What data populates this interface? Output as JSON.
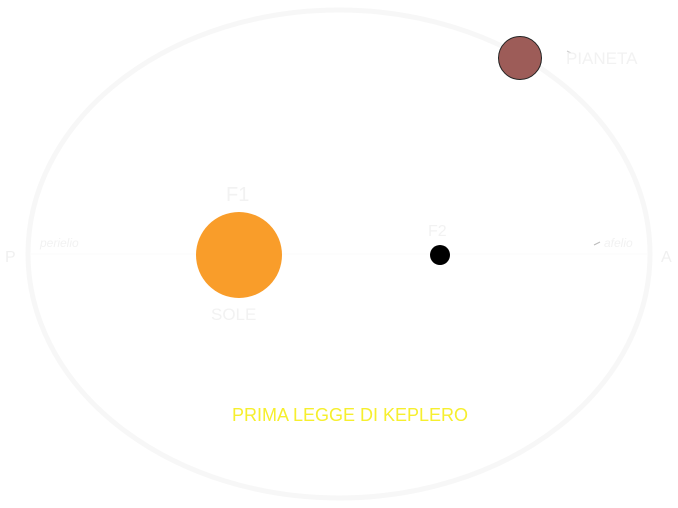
{
  "diagram": {
    "title": "PRIMA LEGGE DI KEPLERO",
    "title_color": "#f6ef2e",
    "labels": {
      "perihelion_marker": "P",
      "perihelion_text": "perielio",
      "aphelion_text": "afelio",
      "aphelion_marker": "A",
      "focus_1": "F1",
      "focus_2": "F2",
      "sun": "SOLE",
      "planet": "PIANETA"
    },
    "colors": {
      "background": "#ffffff",
      "orbit": "#f7f7f7",
      "faint_text": "#f2f2f2",
      "sun": "#f99d2a",
      "planet": "#9d5c58",
      "planet_outline": "#222222",
      "focus_point": "#000000"
    }
  }
}
